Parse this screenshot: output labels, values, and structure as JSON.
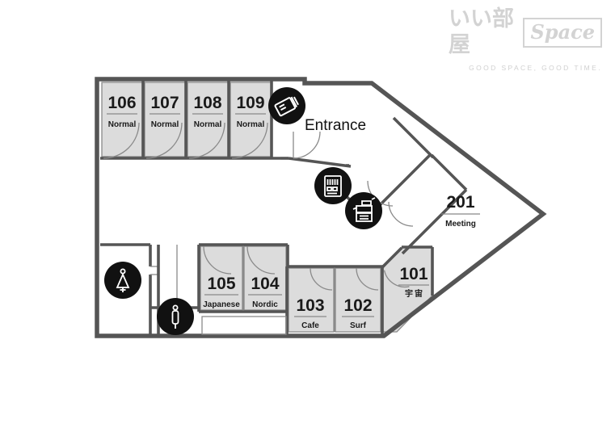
{
  "logo": {
    "brand_jp": "いい部屋",
    "brand_box": "Space",
    "tagline": "GOOD SPACE, GOOD TIME.",
    "color": "#d3d3d3"
  },
  "floorplan": {
    "entrance_label": "Entrance",
    "colors": {
      "wall": "#555555",
      "room_fill": "#dcdcdc",
      "room_stroke": "#8a8a8a",
      "background": "#ffffff",
      "icon_bg": "#111111",
      "icon_fg": "#ffffff",
      "text": "#1a1a1a"
    },
    "rooms": [
      {
        "number": "106",
        "name": "Normal"
      },
      {
        "number": "107",
        "name": "Normal"
      },
      {
        "number": "108",
        "name": "Normal"
      },
      {
        "number": "109",
        "name": "Normal"
      },
      {
        "number": "105",
        "name": "Japanese"
      },
      {
        "number": "104",
        "name": "Nordic"
      },
      {
        "number": "103",
        "name": "Cafe"
      },
      {
        "number": "102",
        "name": "Surf"
      },
      {
        "number": "101",
        "name": "宇宙"
      },
      {
        "number": "201",
        "name": "Meeting"
      }
    ],
    "icons": [
      {
        "id": "ticket-icon",
        "label": "ticket-icon"
      },
      {
        "id": "vending-icon",
        "label": "vending-machine-icon"
      },
      {
        "id": "printer-icon",
        "label": "printer-icon"
      },
      {
        "id": "womens-restroom",
        "label": "womens-restroom-icon"
      },
      {
        "id": "mens-restroom",
        "label": "mens-restroom-icon"
      }
    ]
  }
}
